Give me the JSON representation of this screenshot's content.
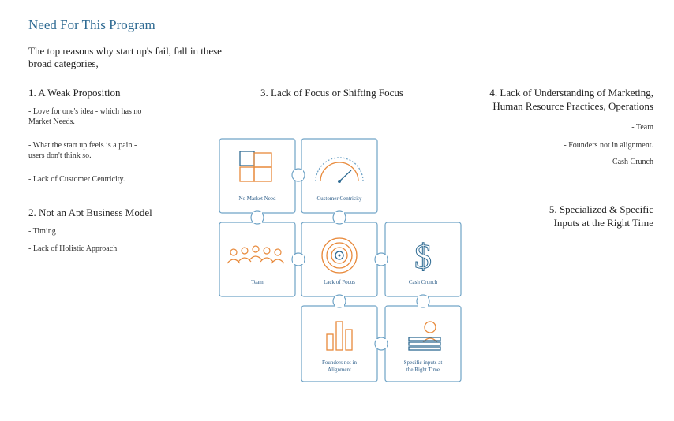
{
  "title": "Need For This Program",
  "intro": "The top reasons why start up's fail, fall in these broad categories,",
  "sections": {
    "s1": {
      "heading": "1. A Weak Proposition",
      "items": [
        "- Love for one's idea - which has no Market Needs.",
        "- What the start up feels is a pain - users don't think so.",
        "- Lack of Customer Centricity."
      ]
    },
    "s2": {
      "heading": "2. Not an Apt Business Model",
      "items": [
        "- Timing",
        "- Lack of Holistic Approach"
      ]
    },
    "s3": {
      "heading": "3. Lack of Focus or Shifting Focus"
    },
    "s4": {
      "heading_line1": "4. Lack of Understanding of Marketing,",
      "heading_line2": "Human Resource Practices, Operations",
      "items": [
        "- Team",
        "- Founders not in alignment.",
        "- Cash Crunch"
      ]
    },
    "s5": {
      "heading_line1": "5. Specialized & Specific",
      "heading_line2": "Inputs at the Right Time"
    }
  },
  "puzzle": {
    "pieces": [
      "No Market Need",
      "Customer Centricity",
      "Team",
      "Lack of Focus",
      "Cash Crunch",
      "Founders not in",
      "Alignment",
      "Specific inputs at",
      "the Right Time"
    ]
  },
  "colors": {
    "title": "#2f6b93",
    "piece_border": "#6fa3c6",
    "icon_orange": "#e8893a",
    "icon_blue": "#2f6b93"
  }
}
